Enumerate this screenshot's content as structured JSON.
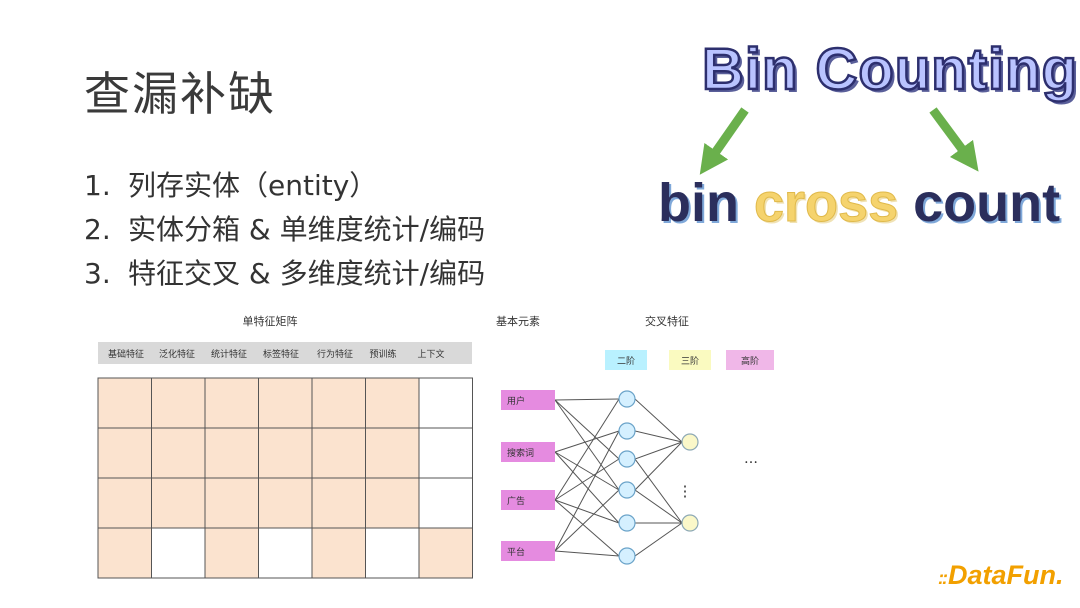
{
  "slide": {
    "title": "查漏补缺",
    "items": [
      {
        "num": "1.",
        "text": "列存实体（entity）"
      },
      {
        "num": "2.",
        "text": "实体分箱 & 单维度统计/编码"
      },
      {
        "num": "3.",
        "text": "特征交叉 & 多维度统计/编码"
      }
    ]
  },
  "hero": {
    "title": "Bin Counting",
    "word_bin": "bin",
    "word_cross": "cross",
    "word_count": "count",
    "arrow_color": "#6ab04c"
  },
  "figure": {
    "matrix_title": "单特征矩阵",
    "matrix_headers": [
      "基础特征",
      "泛化特征",
      "统计特征",
      "标签特征",
      "行为特征",
      "预训练",
      "上下文"
    ],
    "matrix_fill": [
      [
        1,
        1,
        1,
        1,
        1,
        1,
        0
      ],
      [
        1,
        1,
        1,
        1,
        1,
        1,
        0
      ],
      [
        1,
        1,
        1,
        1,
        1,
        1,
        0
      ],
      [
        1,
        0,
        1,
        0,
        1,
        0,
        1
      ]
    ],
    "elements_title": "基本元素",
    "elements": [
      "用户",
      "搜索词",
      "广告",
      "平台"
    ],
    "cross_title": "交叉特征",
    "orders": [
      "二阶",
      "三阶",
      "高阶"
    ],
    "ellipsis_h": "…",
    "ellipsis_v": "⋮",
    "colors": {
      "cell_fill": "#fbe3cf",
      "element_fill": "#e58be0",
      "order2": "#b9f1ff",
      "order3": "#fafac0",
      "order_high": "#f0b7e8",
      "node_fill": "#d5f0ff",
      "node_stroke": "#6aa3c9",
      "node2_fill": "#fbf8c9",
      "node2_stroke": "#8da9b5"
    }
  },
  "logo": {
    "text": "DataFun.",
    "dots": "::"
  }
}
